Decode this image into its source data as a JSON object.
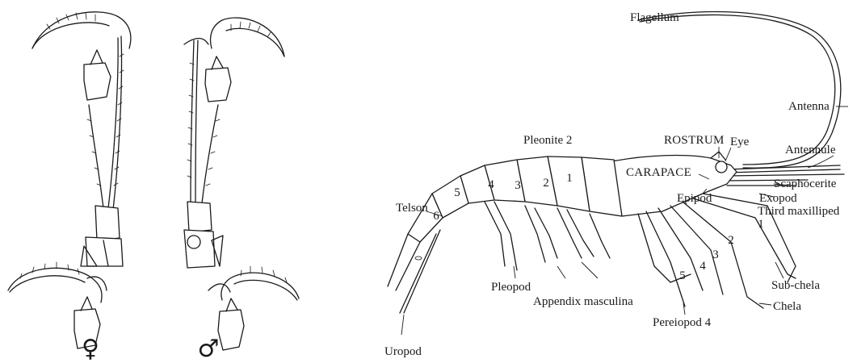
{
  "labels": {
    "flagellum": "Flagellum",
    "antenna": "Antenna",
    "antennule": "Antennule",
    "pleonite2": "Pleonite 2",
    "rostrum": "ROSTRUM",
    "eye": "Eye",
    "carapace": "CARAPACE",
    "scaphocerite": "Scaphocerite",
    "exopod": "Exopod",
    "epipod": "Epipod",
    "third_maxilliped": "Third maxilliped",
    "telson": "Telson",
    "pleopod": "Pleopod",
    "appendix_masculina": "Appendix masculina",
    "sub_chela": "Sub-chela",
    "chela": "Chela",
    "pereiopod4": "Pereiopod 4",
    "uropod": "Uropod"
  },
  "pleonites": [
    "6",
    "5",
    "4",
    "3",
    "2",
    "1"
  ],
  "pereiopods": [
    "1",
    "2",
    "3",
    "4",
    "5"
  ],
  "sex_symbols": {
    "female": "♀",
    "male": "♂"
  }
}
